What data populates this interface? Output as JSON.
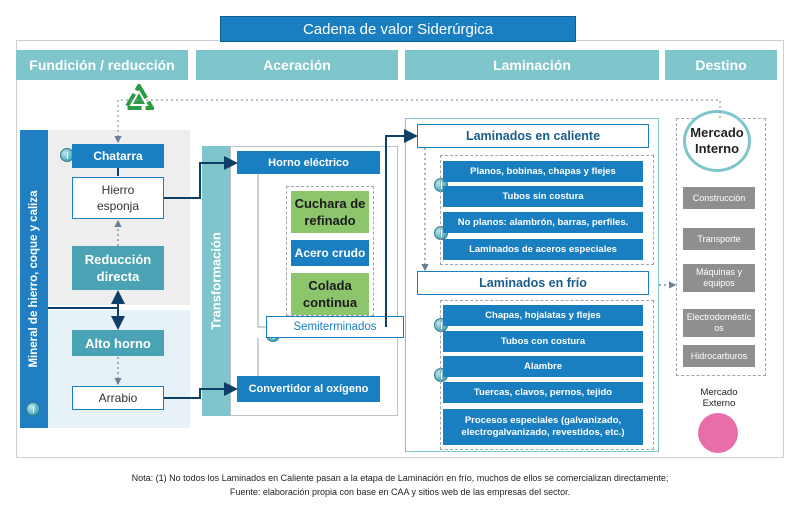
{
  "title": "Cadena de valor Siderúrgica",
  "stages": [
    "Fundición / reducción",
    "Aceración",
    "Laminación",
    "Destino"
  ],
  "fundicion": {
    "mineral_label": "Mineral de hierro, coque y caliza",
    "chatarra": "Chatarra",
    "hierro_esponja_line1": "Hierro",
    "hierro_esponja_line2": "esponja",
    "reduccion_line1": "Reducción",
    "reduccion_line2": "directa",
    "alto_horno": "Alto horno",
    "arrabio": "Arrabio"
  },
  "aceracion": {
    "transformacion": "Transformación",
    "horno_electrico": "Horno eléctrico",
    "cuchara_line1": "Cuchara de",
    "cuchara_line2": "refinado",
    "acero_crudo": "Acero crudo",
    "colada_line1": "Colada",
    "colada_line2": "continua",
    "semiterminados": "Semiterminados",
    "convertidor": "Convertidor al oxígeno"
  },
  "laminacion": {
    "caliente_header": "Laminados en caliente",
    "caliente_items": [
      "Planos, bobinas, chapas y flejes",
      "Tubos sin costura",
      "No planos: alambrón, barras, perfiles.",
      "Laminados de aceros especiales"
    ],
    "frio_header": "Laminados en frío",
    "frio_items": [
      "Chapas, hojalatas y flejes",
      "Tubos con costura",
      "Alambre",
      "Tuercas, clavos, pernos, tejido"
    ],
    "procesos_line1": "Procesos especiales (galvanizado,",
    "procesos_line2": "electrogalvanizado, revestidos, etc.)"
  },
  "destino": {
    "mercado_interno_line1": "Mercado",
    "mercado_interno_line2": "Interno",
    "items": [
      "Construcción",
      "Transporte",
      "Máquinas y equipos",
      "Electrodoméstícos",
      "Hidrocarburos"
    ],
    "mercado_externo_line1": "Mercado",
    "mercado_externo_line2": "Externo"
  },
  "note_line1": "Nota: (1) No todos los Laminados en Caliente pasan a la etapa de Laminación en frío, muchos de ellos se comercializan directamente;",
  "note_line2": "Fuente: elaboración propia con base en CAA y sitios web de las empresas del sector.",
  "colors": {
    "dark_blue": "#1a7fc1",
    "teal": "#7ec5cc",
    "green": "#8cc56c",
    "pink": "#e86ea9",
    "gray": "#8f8f8f"
  },
  "icons": [
    "recycle-icon",
    "info-circle-icon"
  ]
}
